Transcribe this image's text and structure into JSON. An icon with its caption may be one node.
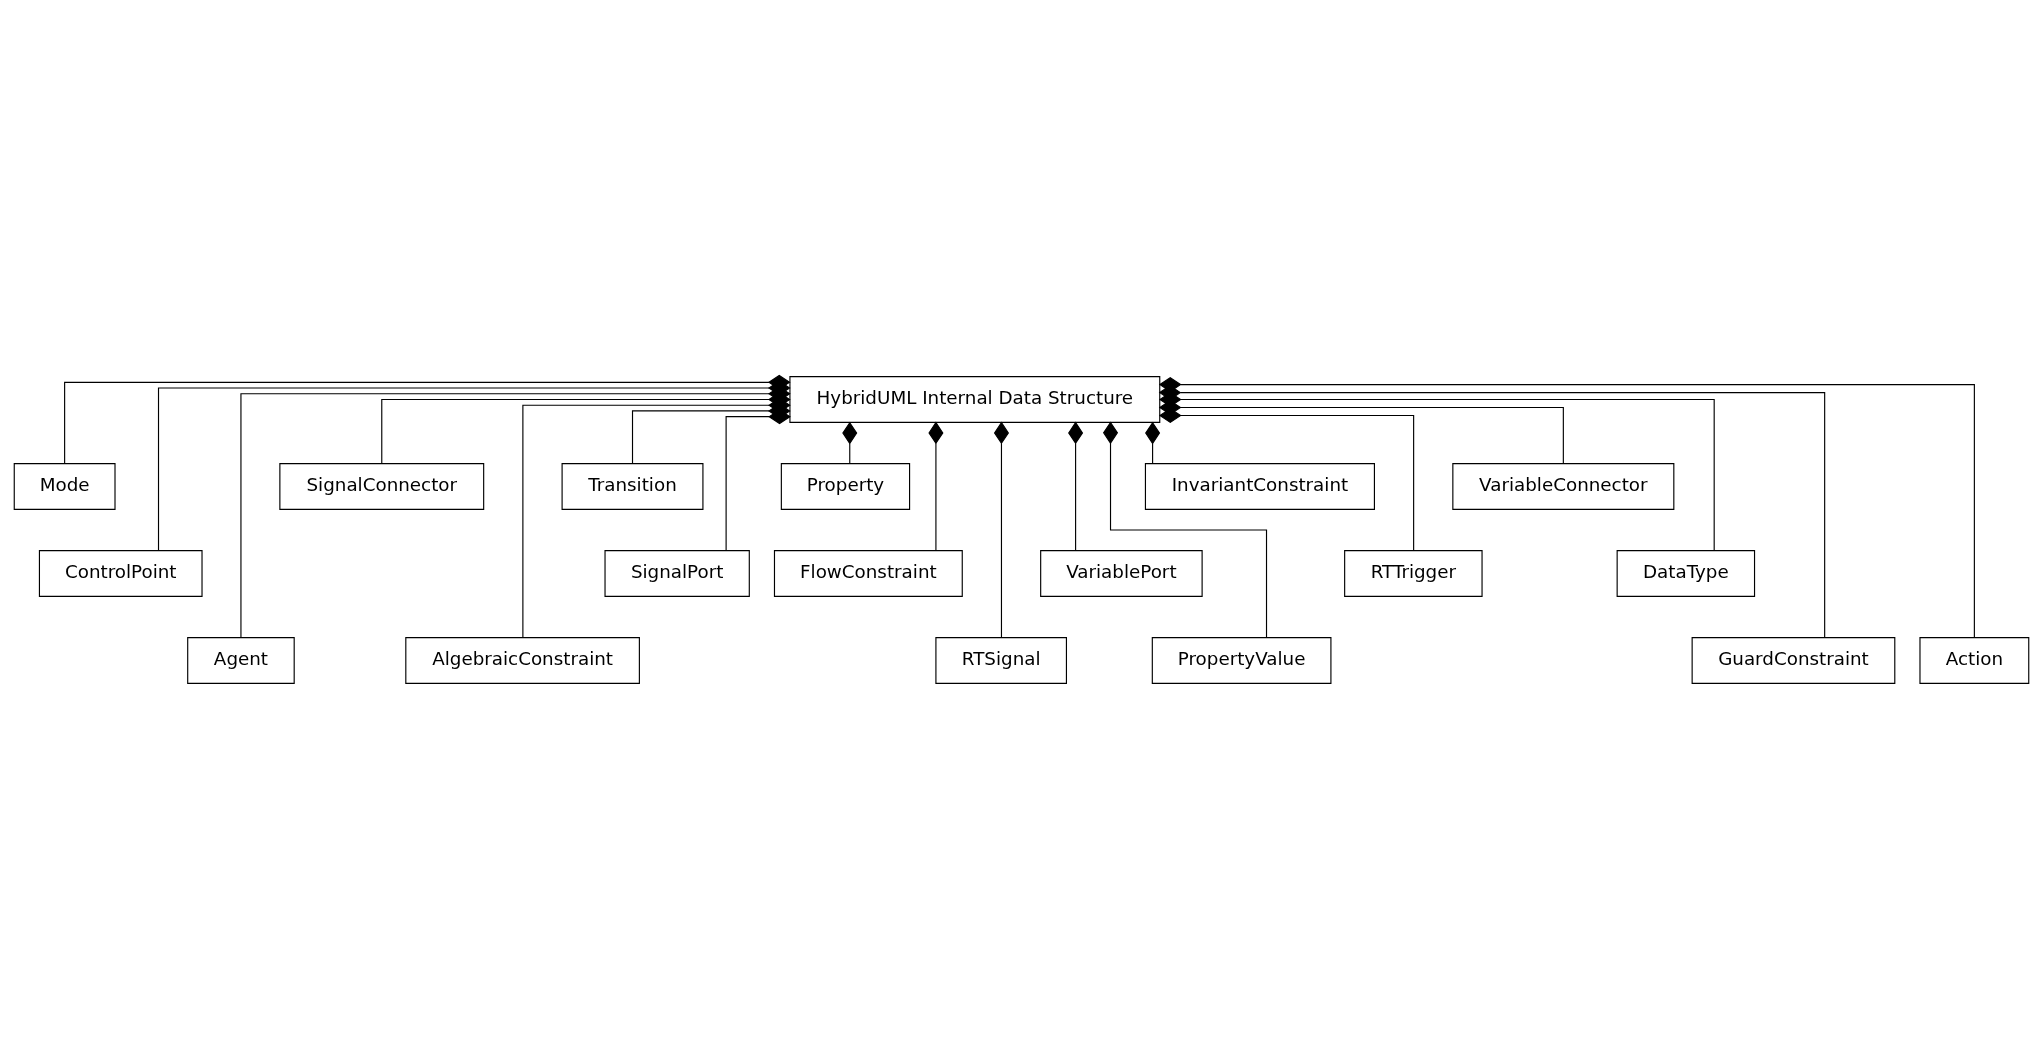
{
  "diagram": {
    "nodes": [
      {
        "text": [
          "HybridUML Internal Data Structure"
        ]
      },
      {
        "text": [
          "Mode"
        ]
      },
      {
        "text": [
          "ControlPoint"
        ]
      },
      {
        "text": [
          "Agent"
        ]
      },
      {
        "text": [
          "SignalConnector"
        ]
      },
      {
        "text": [
          "AlgebraicConstraint"
        ]
      },
      {
        "text": [
          "Transition"
        ]
      },
      {
        "text": [
          "SignalPort"
        ]
      },
      {
        "text": [
          "Property"
        ]
      },
      {
        "text": [
          "FlowConstraint"
        ]
      },
      {
        "text": [
          "RTSignal"
        ]
      },
      {
        "text": [
          "VariablePort"
        ]
      },
      {
        "text": [
          "PropertyValue"
        ]
      },
      {
        "text": [
          "InvariantConstraint"
        ]
      },
      {
        "text": [
          "RTTrigger"
        ]
      },
      {
        "text": [
          "VariableConnector"
        ]
      },
      {
        "text": [
          "DataType"
        ]
      },
      {
        "text": [
          "GuardConstraint"
        ]
      },
      {
        "text": [
          "Action"
        ]
      }
    ],
    "edges": [
      {
        "from": 0,
        "to": 4,
        "arrow": "other"
      },
      {
        "from": 0,
        "to": 7,
        "arrow": "other"
      },
      {
        "from": 0,
        "to": 3,
        "arrow": "other"
      },
      {
        "from": 0,
        "to": 8,
        "arrow": "other"
      },
      {
        "from": 0,
        "to": 11,
        "arrow": "other"
      },
      {
        "from": 0,
        "to": 12,
        "arrow": "other"
      },
      {
        "from": 0,
        "to": 15,
        "arrow": "other"
      },
      {
        "from": 0,
        "to": 16,
        "arrow": "other"
      },
      {
        "from": 0,
        "to": 5,
        "arrow": "other"
      },
      {
        "from": 0,
        "to": 1,
        "arrow": "other"
      },
      {
        "from": 0,
        "to": 9,
        "arrow": "other"
      },
      {
        "from": 0,
        "to": 10,
        "arrow": "other"
      },
      {
        "from": 0,
        "to": 13,
        "arrow": "other"
      },
      {
        "from": 0,
        "to": 14,
        "arrow": "other"
      },
      {
        "from": 0,
        "to": 17,
        "arrow": "other"
      },
      {
        "from": 0,
        "to": 6,
        "arrow": "other"
      },
      {
        "from": 0,
        "to": 2,
        "arrow": "other"
      },
      {
        "from": 0,
        "to": 18,
        "arrow": "other"
      }
    ]
  }
}
